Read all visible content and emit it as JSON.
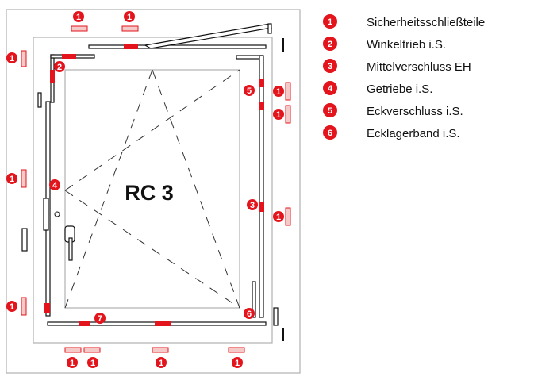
{
  "diagram": {
    "center_label": "RC 3",
    "extra_marker": "7"
  },
  "legend": [
    {
      "num": "1",
      "label": "Sicherheitsschließteile"
    },
    {
      "num": "2",
      "label": "Winkeltrieb i.S."
    },
    {
      "num": "3",
      "label": "Mittelverschluss EH"
    },
    {
      "num": "4",
      "label": "Getriebe i.S."
    },
    {
      "num": "5",
      "label": "Eckverschluss i.S."
    },
    {
      "num": "6",
      "label": "Ecklagerband i.S."
    }
  ],
  "colors": {
    "accent": "#e3141b",
    "frame": "#b0b0b0"
  }
}
